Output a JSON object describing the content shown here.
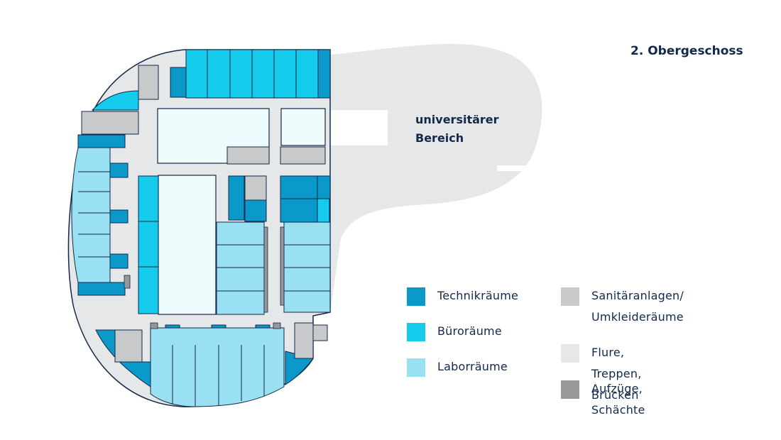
{
  "title": "2. Obergeschoss",
  "area_label": {
    "line1": "universitärer",
    "line2": "Bereich"
  },
  "legend": [
    {
      "label": "Technikräume",
      "color": "#0a99c9"
    },
    {
      "label": "Büroräume",
      "color": "#15cbeb"
    },
    {
      "label": "Laborräume",
      "color": "#99e0f3"
    },
    {
      "label_line1": "Sanitäranlagen/",
      "label_line2": "Umkleideräume",
      "color": "#c7c9ca"
    },
    {
      "label": "Flure, Treppen, Brücken",
      "color": "#e6e7e8"
    },
    {
      "label": "Aufzüge, Schächte",
      "color": "#979899"
    }
  ],
  "colors": {
    "outline": "#13294b",
    "text": "#13294b",
    "courtyard": "#eefcfe",
    "outside_area": "#e6e7e8"
  }
}
